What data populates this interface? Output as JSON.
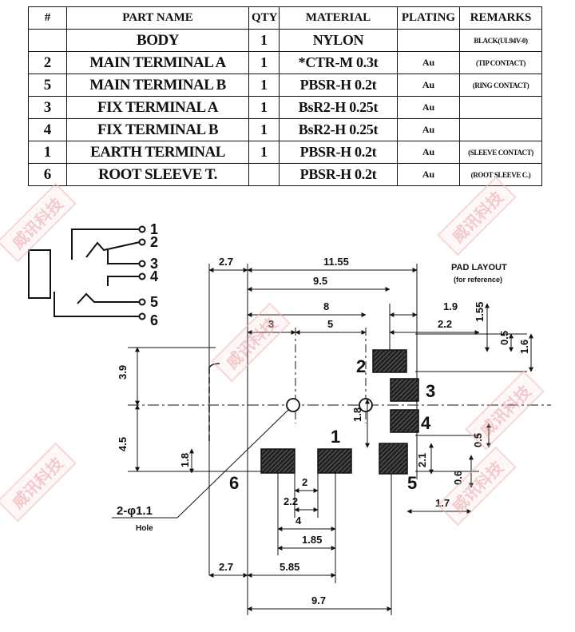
{
  "table": {
    "headers": [
      "#",
      "PART NAME",
      "QTY",
      "MATERIAL",
      "PLATING",
      "REMARKS"
    ],
    "rows": [
      {
        "num": "",
        "name": "BODY",
        "qty": "1",
        "material": "NYLON",
        "plating": "",
        "remarks": "BLACK(UL94V-0)"
      },
      {
        "num": "2",
        "name": "MAIN TERMINAL A",
        "qty": "1",
        "material": "*CTR-M 0.3t",
        "plating": "Au",
        "remarks": "(TIP CONTACT)"
      },
      {
        "num": "5",
        "name": "MAIN TERMINAL B",
        "qty": "1",
        "material": "PBSR-H 0.2t",
        "plating": "Au",
        "remarks": "(RING CONTACT)"
      },
      {
        "num": "3",
        "name": "FIX TERMINAL A",
        "qty": "1",
        "material": "BsR2-H 0.25t",
        "plating": "Au",
        "remarks": ""
      },
      {
        "num": "4",
        "name": "FIX TERMINAL B",
        "qty": "1",
        "material": "BsR2-H 0.25t",
        "plating": "Au",
        "remarks": ""
      },
      {
        "num": "1",
        "name": "EARTH TERMINAL",
        "qty": "1",
        "material": "PBSR-H 0.2t",
        "plating": "Au",
        "remarks": "(SLEEVE CONTACT)"
      },
      {
        "num": "6",
        "name": "ROOT SLEEVE T.",
        "qty": "",
        "material": "PBSR-H 0.2t",
        "plating": "Au",
        "remarks": "(ROOT SLEEVE C.)"
      }
    ]
  },
  "schematic": {
    "pins": [
      "1",
      "2",
      "3",
      "4",
      "5",
      "6"
    ]
  },
  "drawing": {
    "pad_layout_title": "PAD LAYOUT",
    "pad_layout_sub": "(for reference)",
    "hole_label": "2-φ1.1",
    "hole_sub": "Hole",
    "pad_numbers": [
      "2",
      "3",
      "4",
      "1",
      "6",
      "5"
    ],
    "dims": {
      "d2_7_top": "2.7",
      "d11_55": "11.55",
      "d9_5": "9.5",
      "d8": "8",
      "d3": "3",
      "d5": "5",
      "d1_9": "1.9",
      "d2_2_top": "2.2",
      "d1_55": "1.55",
      "d0_5_top": "0.5",
      "d1_6": "1.6",
      "d3_9": "3.9",
      "d4_5": "4.5",
      "d1_8_left": "1.8",
      "d1_8_mid": "1.8",
      "d2_1": "2.1",
      "d0_5_right": "0.5",
      "d0_6": "0.6",
      "d2": "2",
      "d2_2_bot": "2.2",
      "d4": "4",
      "d1_85": "1.85",
      "d1_7": "1.7",
      "d2_7_bot": "2.7",
      "d5_85": "5.85",
      "d9_7": "9.7"
    }
  },
  "watermark": {
    "text": "威讯科技"
  },
  "colors": {
    "ink": "#111111",
    "watermark": "#e8a0a0"
  }
}
